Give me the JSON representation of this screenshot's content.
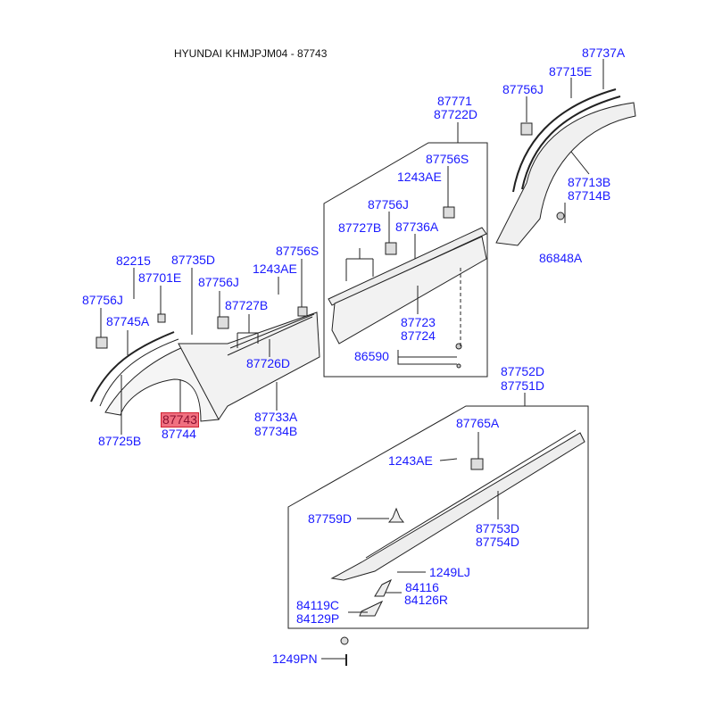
{
  "title": "HYUNDAI KHMJPJM04 - 87743",
  "highlight_color": "#f07080",
  "label_color": "#1a1aff",
  "labels": {
    "l87737A": "87737A",
    "l87715E": "87715E",
    "l87756J_a": "87756J",
    "l87771": "87771",
    "l87722D": "87722D",
    "l87756S_a": "87756S",
    "l1243AE_a": "1243AE",
    "l87756J_b": "87756J",
    "l87727B_a": "87727B",
    "l87736A": "87736A",
    "l87713B": "87713B",
    "l87714B": "87714B",
    "l86848A": "86848A",
    "l82215": "82215",
    "l87735D": "87735D",
    "l87756S_b": "87756S",
    "l1243AE_b": "1243AE",
    "l87701E": "87701E",
    "l87756J_c": "87756J",
    "l87756J_d": "87756J",
    "l87727B_b": "87727B",
    "l87745A": "87745A",
    "l87723": "87723",
    "l87724": "87724",
    "l87726D": "87726D",
    "l86590": "86590",
    "l87752D": "87752D",
    "l87751D": "87751D",
    "l87743": "87743",
    "l87744": "87744",
    "l87733A": "87733A",
    "l87734B": "87734B",
    "l87725B": "87725B",
    "l87765A": "87765A",
    "l1243AE_c": "1243AE",
    "l87759D": "87759D",
    "l87753D": "87753D",
    "l87754D": "87754D",
    "l1249LJ": "1249LJ",
    "l84116": "84116",
    "l84126R": "84126R",
    "l84119C": "84119C",
    "l84129P": "84129P",
    "l1249PN": "1249PN"
  }
}
